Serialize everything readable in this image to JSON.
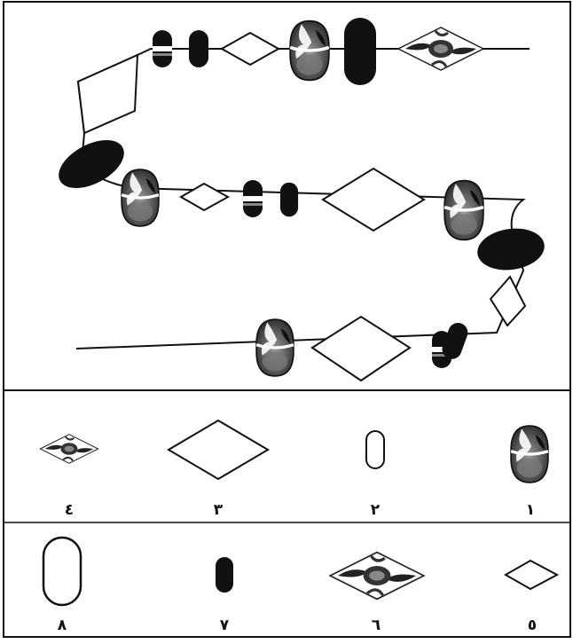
{
  "legend": {
    "items": [
      {
        "key": 1,
        "label": "١",
        "shape": "bead-dark-patterned"
      },
      {
        "key": 2,
        "label": "٢",
        "shape": "bead-small-outline"
      },
      {
        "key": 3,
        "label": "٣",
        "shape": "diamond-large-outline"
      },
      {
        "key": 4,
        "label": "٤",
        "shape": "diamond-small-patterned"
      },
      {
        "key": 5,
        "label": "٥",
        "shape": "diamond-small-outline"
      },
      {
        "key": 6,
        "label": "٦",
        "shape": "diamond-large-patterned"
      },
      {
        "key": 7,
        "label": "٧",
        "shape": "bead-small-black"
      },
      {
        "key": 8,
        "label": "٨",
        "shape": "bead-large-outline"
      }
    ]
  }
}
